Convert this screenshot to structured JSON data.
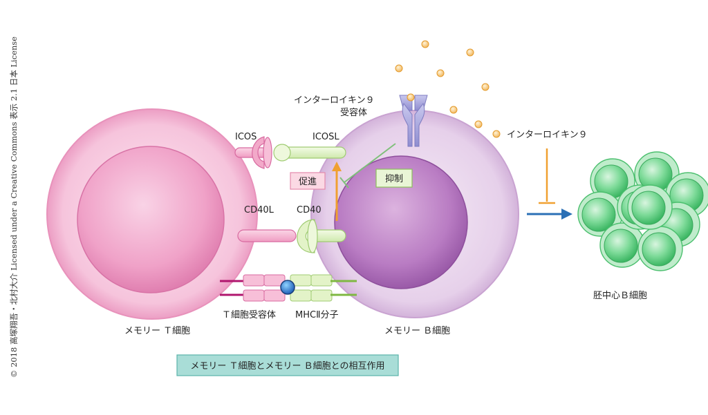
{
  "copyright": "© 2018 高塚翔吾・北村大介 Licensed under a Creative Commons 表示 2.1 日本 License",
  "labels": {
    "memory_t_cell": "メモリー Ｔ細胞",
    "memory_b_cell": "メモリー Ｂ細胞",
    "germinal_center_b_cell": "胚中心Ｂ細胞",
    "icos": "ICOS",
    "icosl": "ICOSL",
    "cd40l": "CD40L",
    "cd40": "CD40",
    "tcr": "Ｔ細胞受容体",
    "mhc2": "MHCⅡ分子",
    "il9_receptor_line1": "インターロイキン９",
    "il9_receptor_line2": "受容体",
    "il9": "インターロイキン９",
    "promote": "促進",
    "suppress": "抑制"
  },
  "caption": "メモリー Ｔ細胞とメモリー Ｂ細胞との相互作用",
  "colors": {
    "t_cell": "#f2a9c9",
    "b_cell": "#ddb8e0",
    "germinal": "#5fcf84",
    "promote_arrow": "#f0a030",
    "suppress_line": "#7fc07a",
    "blue_arrow": "#2a6fb5",
    "caption_bg": "#9ed8d2"
  }
}
